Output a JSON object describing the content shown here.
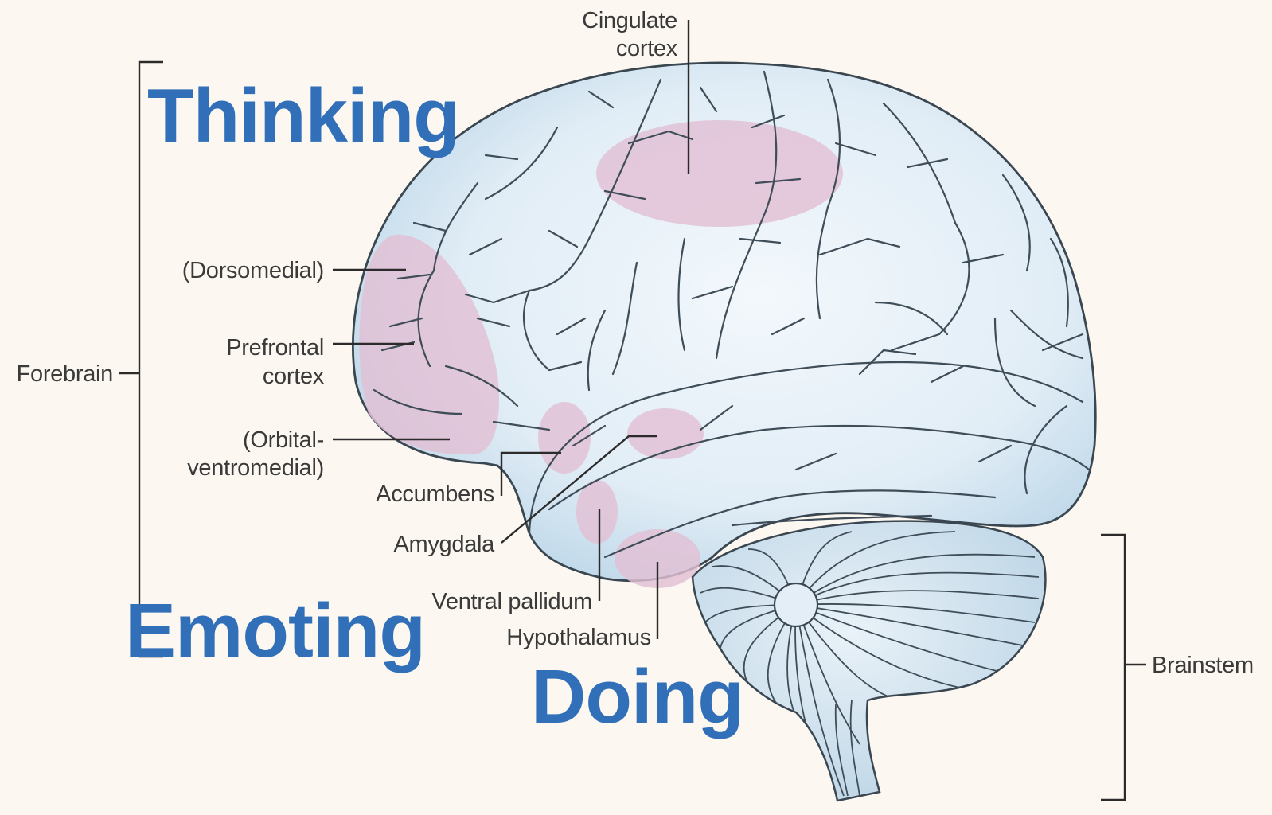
{
  "colors": {
    "background": "#fcf8f1",
    "brain_fill": "#dbe9f3",
    "brain_outline": "#3a4650",
    "highlight": "#e2bfd4",
    "overlay_text": "#3170b8",
    "label_text": "#3a3a3a"
  },
  "overlay": {
    "thinking": "Thinking",
    "emoting": "Emoting",
    "doing": "Doing"
  },
  "labels": {
    "cingulate_line1": "Cingulate",
    "cingulate_line2": "cortex",
    "dorsomedial": "(Dorsomedial)",
    "prefrontal_line1": "Prefrontal",
    "prefrontal_line2": "cortex",
    "orbital_line1": "(Orbital-",
    "orbital_line2": "ventromedial)",
    "accumbens": "Accumbens",
    "amygdala": "Amygdala",
    "ventral_pallidum": "Ventral pallidum",
    "hypothalamus": "Hypothalamus",
    "forebrain": "Forebrain",
    "brainstem": "Brainstem"
  }
}
